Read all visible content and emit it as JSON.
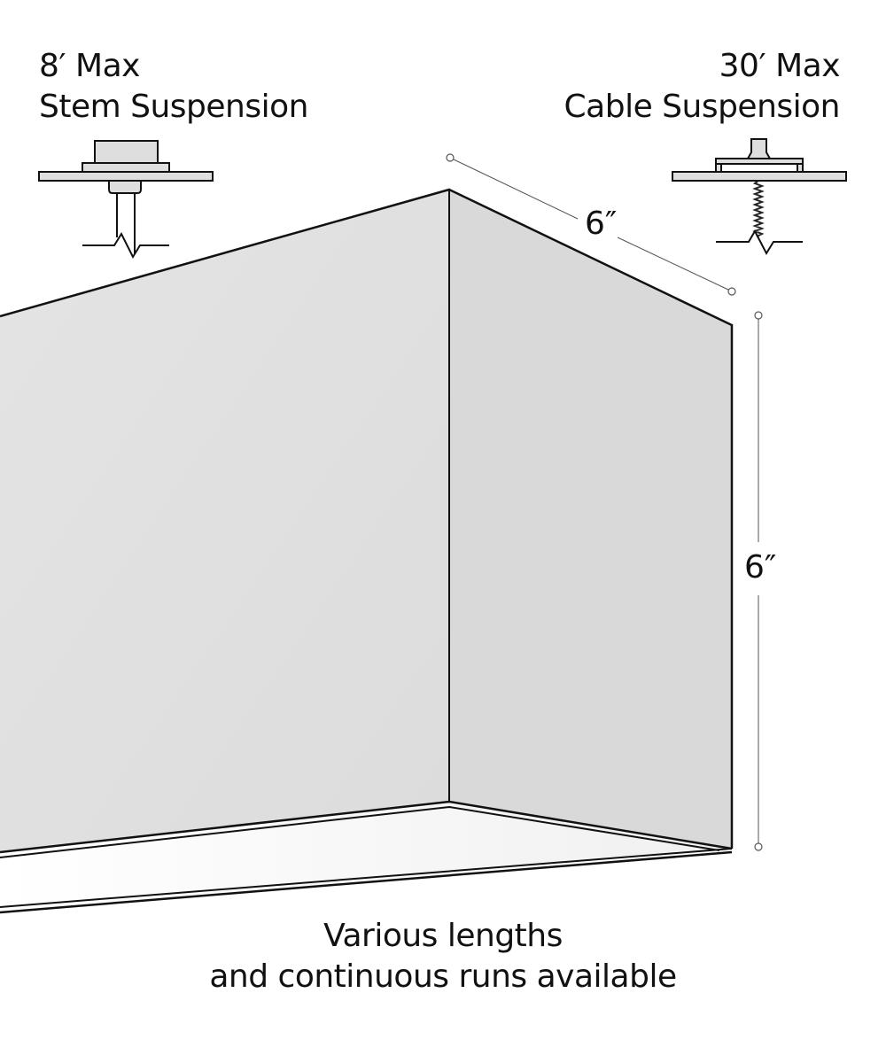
{
  "diagram": {
    "stem_suspension": {
      "max_length": "8′ Max",
      "label": "Stem Suspension"
    },
    "cable_suspension": {
      "max_length": "30′ Max",
      "label": "Cable Suspension"
    },
    "dimensions": {
      "depth": "6″",
      "height": "6″"
    },
    "footer": {
      "line1": "Various lengths",
      "line2": "and continuous runs available"
    },
    "colors": {
      "face_front": "#e0e0e0",
      "face_side": "#d8d8d8",
      "lens": "#f6f6f6",
      "stroke": "#111111",
      "dim_line": "#555555"
    }
  }
}
